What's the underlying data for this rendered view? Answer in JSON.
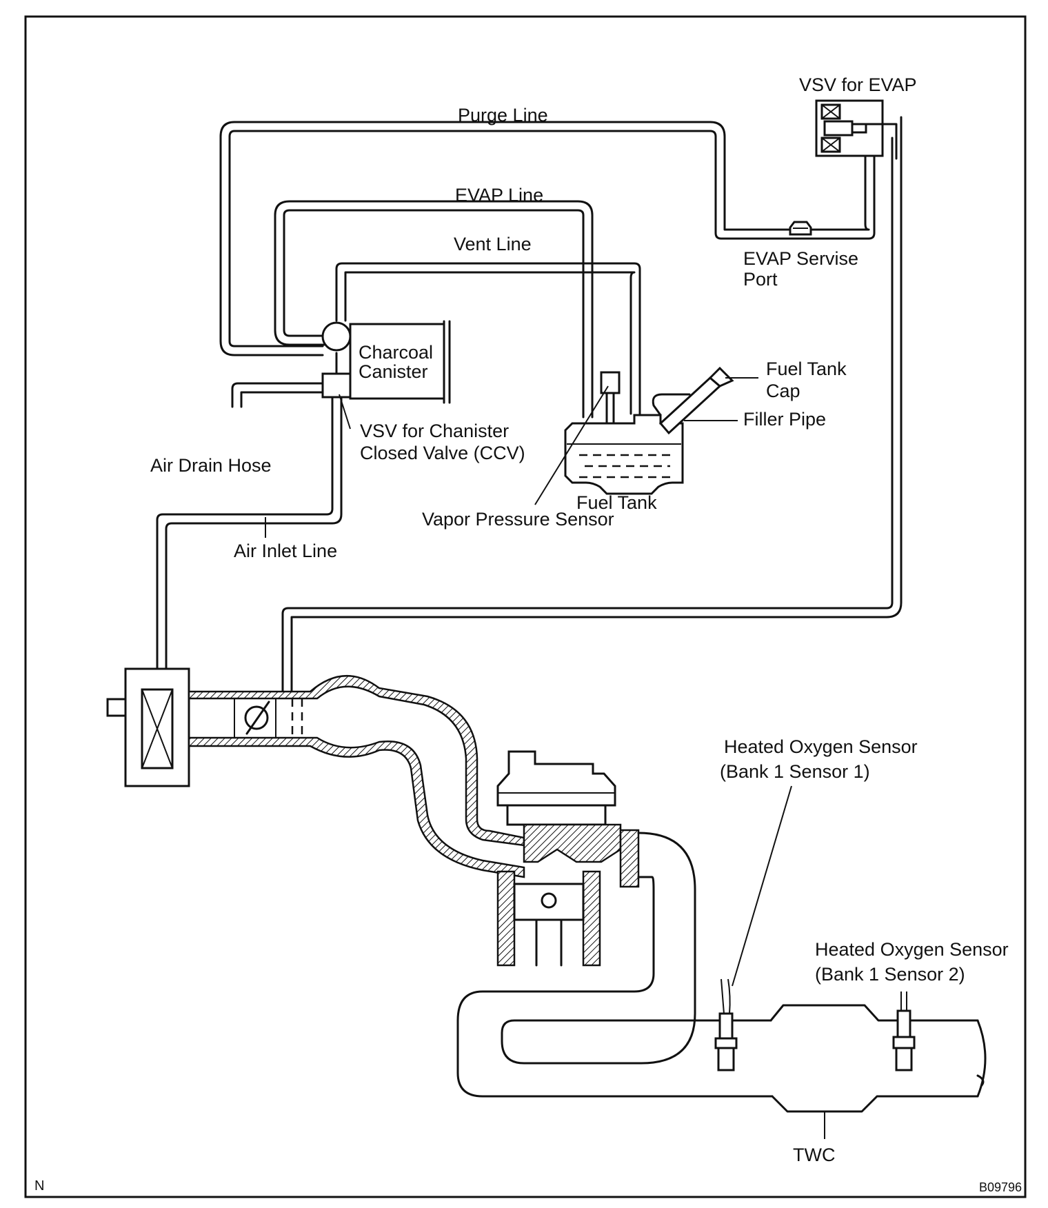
{
  "labels": {
    "vsv_evap": "VSV for EVAP",
    "purge_line": "Purge Line",
    "evap_line": "EVAP Line",
    "vent_line": "Vent Line",
    "evap_service_port_1": "EVAP Servise",
    "evap_service_port_2": "Port",
    "charcoal_canister_1": "Charcoal",
    "charcoal_canister_2": "Canister",
    "fuel_tank_cap_1": "Fuel Tank",
    "fuel_tank_cap_2": "Cap",
    "filler_pipe": "Filler Pipe",
    "vsv_ccv_1": "VSV for Chanister",
    "vsv_ccv_2": "Closed Valve (CCV)",
    "air_drain_hose": "Air Drain Hose",
    "fuel_tank": "Fuel Tank",
    "vapor_pressure_sensor": "Vapor Pressure Sensor",
    "air_inlet_line": "Air Inlet Line",
    "ho2s_1_line1": "Heated Oxygen Sensor",
    "ho2s_1_line2": "(Bank 1 Sensor 1)",
    "ho2s_2_line1": "Heated Oxygen Sensor",
    "ho2s_2_line2": "(Bank 1 Sensor 2)",
    "twc": "TWC"
  },
  "corner_left": "N",
  "figure_code": "B09796"
}
